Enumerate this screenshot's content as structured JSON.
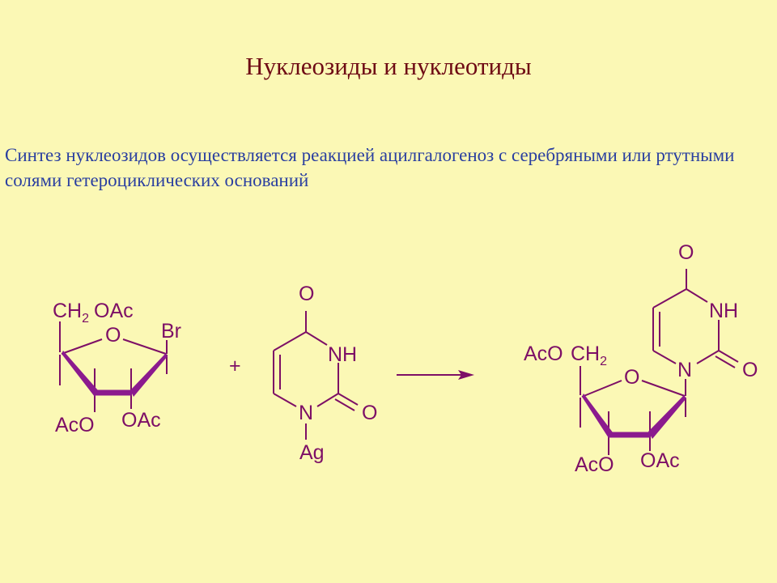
{
  "slide": {
    "title": "Нуклеозиды и нуклеотиды",
    "intro": "Синтез нуклеозидов осуществляется реакцией ацилгалогеноз с серебряными или ртутными солями гетероциклических оснований"
  },
  "colors": {
    "background": "#fbf8b5",
    "title": "#6e0a14",
    "intro_text": "#2a3fa0",
    "structure": "#7d0f66",
    "bold_edge": "#8b1a8e"
  },
  "scheme": {
    "sugar": {
      "ch2": "CH",
      "ch2_sub": "2",
      "oac": "OAc",
      "ring_o": "O",
      "br": "Br",
      "aco": "AcO",
      "oac2": "OAc"
    },
    "plus": "+",
    "base": {
      "o_top": "O",
      "nh": "NH",
      "n": "N",
      "o_right": "O",
      "ag": "Ag"
    },
    "product": {
      "aco_ch2": "AcO",
      "ch2": "CH",
      "ch2_sub": "2",
      "ring_o": "O",
      "n": "N",
      "aco": "AcO",
      "oac": "OAc",
      "o_top": "O",
      "nh": "NH",
      "o_right": "O"
    }
  }
}
